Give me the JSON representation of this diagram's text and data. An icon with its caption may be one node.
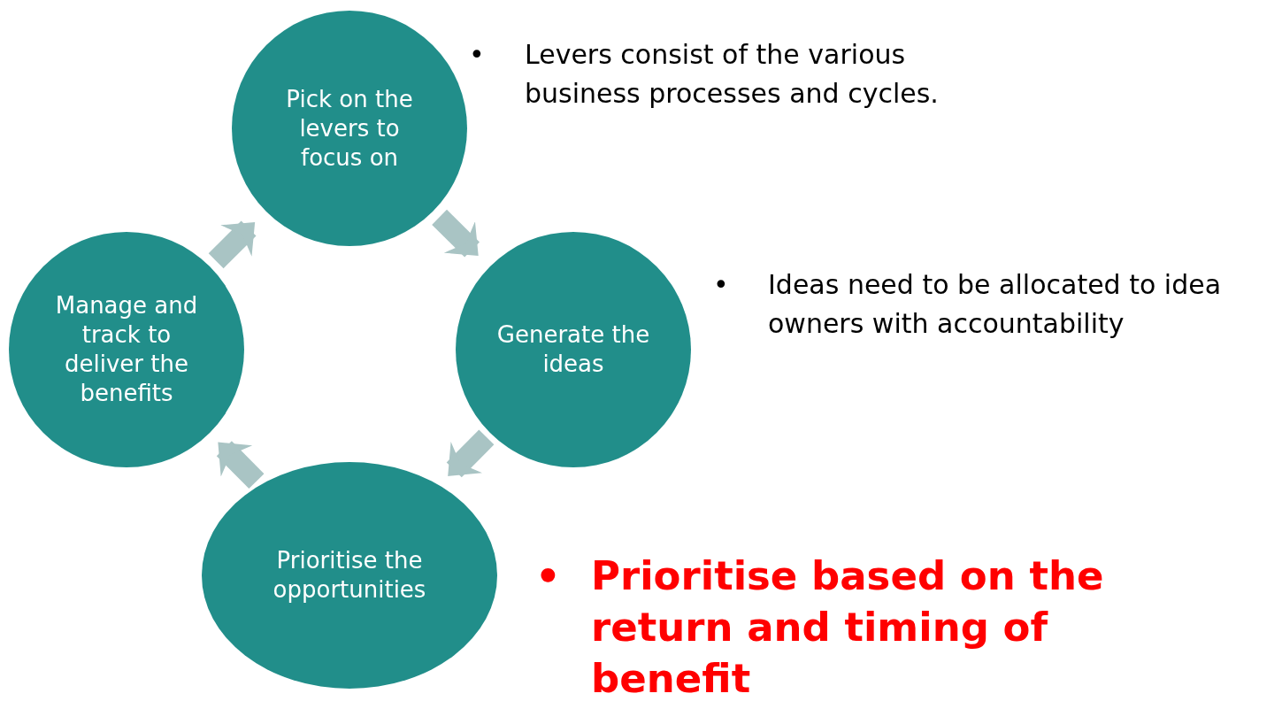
{
  "diagram": {
    "nodes": [
      {
        "text": [
          "Pick on the levers to focus on"
        ]
      },
      {
        "text": [
          "Generate the ideas"
        ]
      },
      {
        "text": [
          "Prioritise the opportunities"
        ]
      },
      {
        "text": [
          "Manage and track to deliver the benefits"
        ]
      }
    ],
    "edges": [
      {
        "from": 0,
        "to": 1,
        "arrow": "to"
      },
      {
        "from": 1,
        "to": 2,
        "arrow": "to"
      },
      {
        "from": 2,
        "to": 3,
        "arrow": "to"
      },
      {
        "from": 3,
        "to": 0,
        "arrow": "to"
      }
    ],
    "labels": [
      "•",
      "Levers consist of the various business processes and cycles.",
      "•",
      "Ideas need to be allocated to idea owners with accountability",
      "•",
      "Prioritise based on the return and timing of benefit"
    ]
  }
}
